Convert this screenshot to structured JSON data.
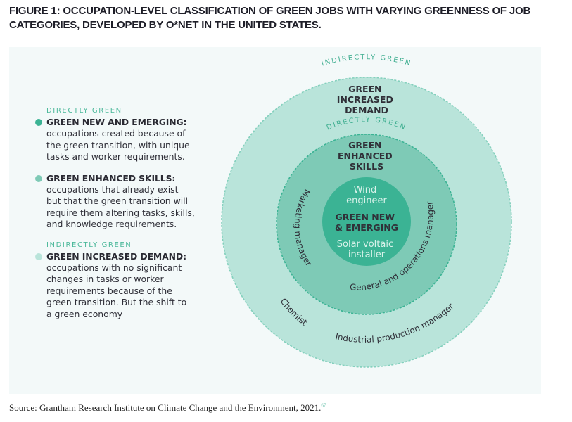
{
  "figure": {
    "title": "FIGURE 1: OCCUPATION-LEVEL CLASSIFICATION OF GREEN JOBS WITH VARYING GREENNESS OF JOB CATEGORIES, DEVELOPED BY O*NET IN THE UNITED STATES.",
    "source": "Source: Grantham Research Institute on Climate Change and the Environment, 2021.",
    "source_footnote": "67"
  },
  "colors": {
    "panel_bg": "#f3f9f9",
    "dark_green": "#3bb394",
    "mid_green": "#7ecab6",
    "light_green": "#b9e4da",
    "label_green": "#4bb89a"
  },
  "legend": {
    "sections": [
      {
        "category": "DIRECTLY GREEN",
        "items": [
          {
            "heading": "GREEN NEW AND EMERGING:",
            "lines": [
              "occupations created because of",
              "the green transition, with unique",
              "tasks and worker requirements."
            ],
            "color": "#3bb394"
          },
          {
            "heading": "GREEN ENHANCED SKILLS:",
            "lines": [
              "occupations that already exist",
              "but that the green transition will",
              "require them altering tasks, skills,",
              "and knowledge requirements."
            ],
            "color": "#7ecab6"
          }
        ]
      },
      {
        "category": "INDIRECTLY GREEN",
        "items": [
          {
            "heading": "GREEN INCREASED DEMAND:",
            "lines": [
              "occupations with no significant",
              "changes in tasks or worker",
              "requirements because of the",
              "green transition. But the shift to",
              "a green economy"
            ],
            "color": "#b9e4da"
          }
        ]
      }
    ]
  },
  "diagram": {
    "outer": {
      "arc_label": "INDIRECTLY GREEN",
      "title_lines": [
        "GREEN",
        "INCREASED",
        "DEMAND"
      ],
      "jobs": [
        "Chemist",
        "Industrial production manager"
      ]
    },
    "middle": {
      "arc_label": "DIRECTLY GREEN",
      "title_lines": [
        "GREEN",
        "ENHANCED",
        "SKILLS"
      ],
      "jobs": [
        "Marketing manager",
        "General and operations manager"
      ]
    },
    "inner": {
      "title_lines": [
        "GREEN NEW",
        "& EMERGING"
      ],
      "top_job_lines": [
        "Wind",
        "engineer"
      ],
      "bottom_job_lines": [
        "Solar voltaic",
        "installer"
      ]
    }
  }
}
